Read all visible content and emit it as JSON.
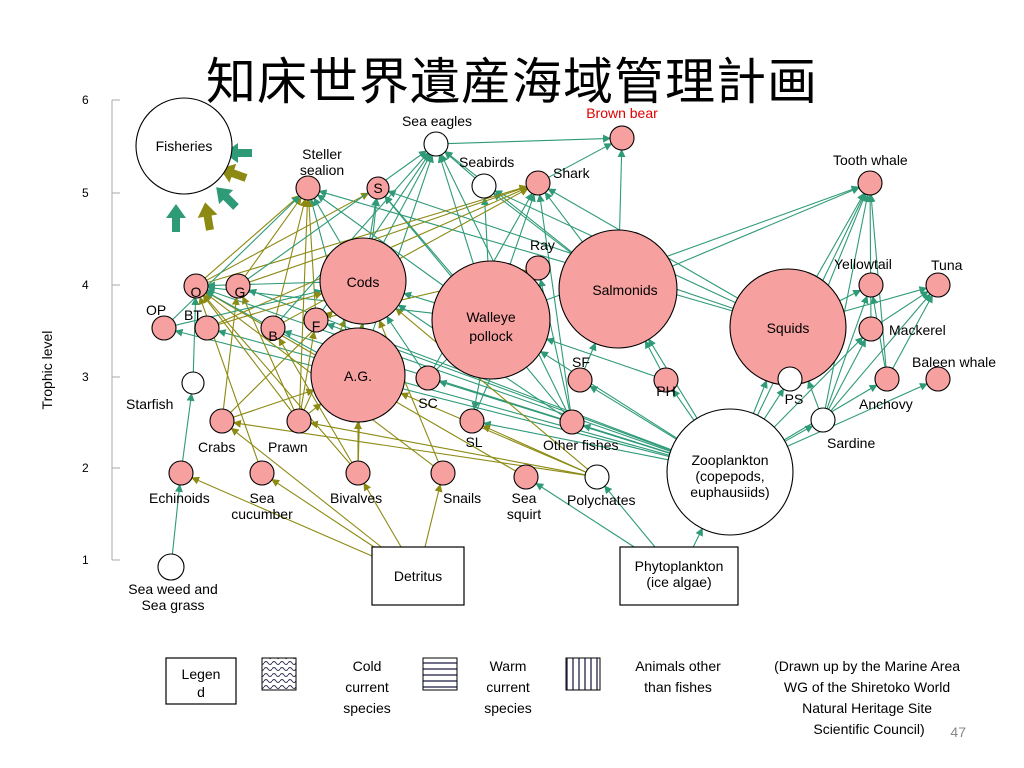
{
  "title": "知床世界遺産海域管理計画",
  "page_number": "47",
  "axis": {
    "label": "Trophic level",
    "ticks": [
      "6",
      "5",
      "4",
      "3",
      "2",
      "1"
    ]
  },
  "colors": {
    "fish_fill": "#f7a0a0",
    "other_fill": "#ffffff",
    "stroke": "#000000",
    "green_arrow": "#2e9a78",
    "olive_arrow": "#8c8a12",
    "highlight_text": "#e00000"
  },
  "nodes": [
    {
      "id": "fisheries",
      "label": "Fisheries",
      "kind": "other"
    },
    {
      "id": "sea_eagles",
      "label": "Sea eagles",
      "kind": "other"
    },
    {
      "id": "brown_bear",
      "label": "Brown bear",
      "kind": "fish",
      "label_color": "#e00000"
    },
    {
      "id": "steller",
      "label": "Steller sealion",
      "kind": "fish"
    },
    {
      "id": "seabirds",
      "label": "Seabirds",
      "kind": "other"
    },
    {
      "id": "S",
      "label": "S",
      "kind": "fish"
    },
    {
      "id": "shark",
      "label": "Shark",
      "kind": "fish"
    },
    {
      "id": "tooth_whale",
      "label": "Tooth whale",
      "kind": "fish"
    },
    {
      "id": "ray",
      "label": "Ray",
      "kind": "fish"
    },
    {
      "id": "cods",
      "label": "Cods",
      "kind": "fish"
    },
    {
      "id": "salmonids",
      "label": "Salmonids",
      "kind": "fish"
    },
    {
      "id": "walleye",
      "label": "Walleye pollock",
      "kind": "fish"
    },
    {
      "id": "squids",
      "label": "Squids",
      "kind": "fish"
    },
    {
      "id": "yellowtail",
      "label": "Yellowtail",
      "kind": "fish"
    },
    {
      "id": "tuna",
      "label": "Tuna",
      "kind": "fish"
    },
    {
      "id": "mackerel",
      "label": "Mackerel",
      "kind": "fish"
    },
    {
      "id": "baleen",
      "label": "Baleen whale",
      "kind": "fish"
    },
    {
      "id": "anchovy",
      "label": "Anchovy",
      "kind": "fish"
    },
    {
      "id": "sardine",
      "label": "Sardine",
      "kind": "other"
    },
    {
      "id": "PS",
      "label": "PS",
      "kind": "other"
    },
    {
      "id": "PH",
      "label": "PH",
      "kind": "fish"
    },
    {
      "id": "SF",
      "label": "SF",
      "kind": "fish"
    },
    {
      "id": "AG",
      "label": "A.G.",
      "kind": "fish"
    },
    {
      "id": "SC",
      "label": "SC",
      "kind": "fish"
    },
    {
      "id": "SL",
      "label": "SL",
      "kind": "fish"
    },
    {
      "id": "other_fishes",
      "label": "Other fishes",
      "kind": "fish"
    },
    {
      "id": "O",
      "label": "O",
      "kind": "fish"
    },
    {
      "id": "G",
      "label": "G",
      "kind": "fish"
    },
    {
      "id": "OP",
      "label": "OP",
      "kind": "fish"
    },
    {
      "id": "BT",
      "label": "BT",
      "kind": "fish"
    },
    {
      "id": "B",
      "label": "B",
      "kind": "fish"
    },
    {
      "id": "F",
      "label": "F",
      "kind": "fish"
    },
    {
      "id": "starfish",
      "label": "Starfish",
      "kind": "other"
    },
    {
      "id": "crabs",
      "label": "Crabs",
      "kind": "fish"
    },
    {
      "id": "prawn",
      "label": "Prawn",
      "kind": "fish"
    },
    {
      "id": "echinoids",
      "label": "Echinoids",
      "kind": "fish"
    },
    {
      "id": "sea_cucumber",
      "label": "Sea cucumber",
      "kind": "fish"
    },
    {
      "id": "bivalves",
      "label": "Bivalves",
      "kind": "fish"
    },
    {
      "id": "snails",
      "label": "Snails",
      "kind": "fish"
    },
    {
      "id": "sea_squirt",
      "label": "Sea squirt",
      "kind": "fish"
    },
    {
      "id": "polychates",
      "label": "Polychates",
      "kind": "other"
    },
    {
      "id": "zooplankton",
      "label": "Zooplankton (copepods, euphausiids)",
      "kind": "other"
    },
    {
      "id": "sea_weed",
      "label": "Sea weed and Sea grass",
      "kind": "other"
    },
    {
      "id": "detritus",
      "label": "Detritus",
      "kind": "box"
    },
    {
      "id": "phytoplankton",
      "label": "Phytoplankton (ice algae)",
      "kind": "box"
    }
  ],
  "legend": {
    "box_label": "Legend",
    "items": [
      {
        "pattern": "wave",
        "label": "Cold current species"
      },
      {
        "pattern": "horizontal",
        "label": "Warm current species"
      },
      {
        "pattern": "vertical",
        "label": "Animals other than fishes"
      }
    ],
    "note": "(Drawn up by the Marine Area WG of the Shiretoko World Natural Heritage Site Scientific Council)"
  }
}
